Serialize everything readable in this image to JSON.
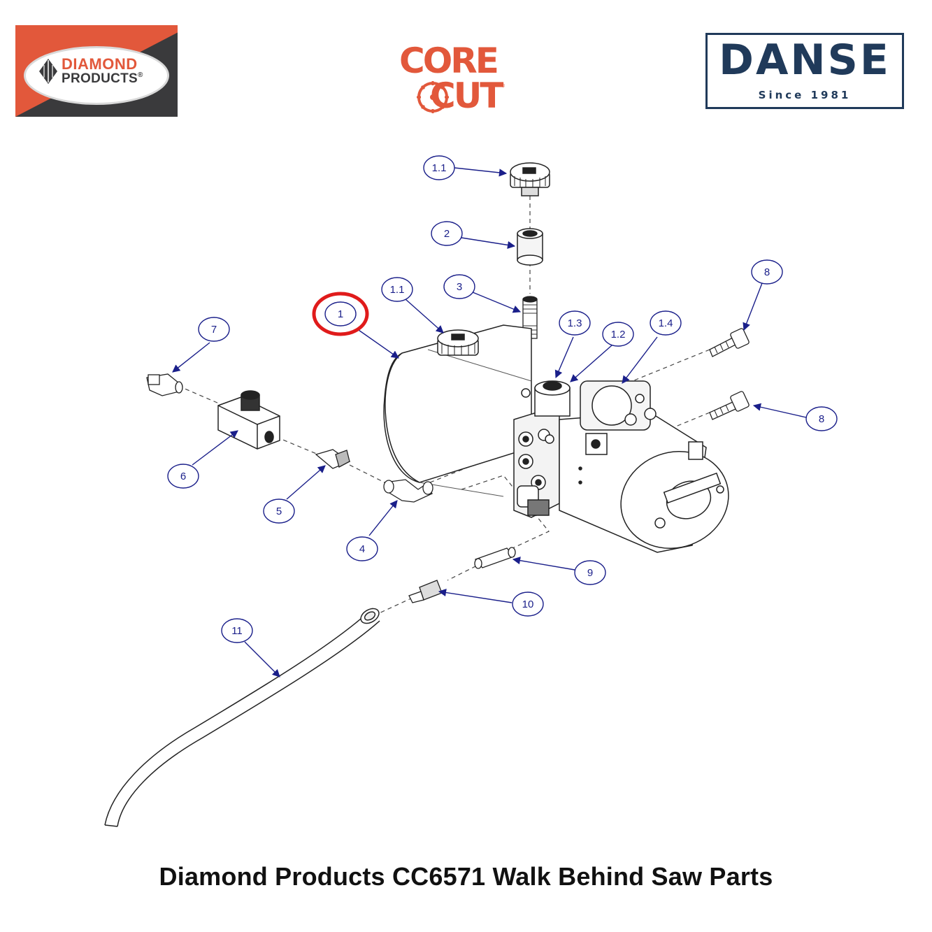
{
  "logos": {
    "diamond_products": {
      "line1": "DIAMOND",
      "line2": "PRODUCTS",
      "mark": "®"
    },
    "core_cut": {
      "line1": "CORE",
      "line2": "CUT",
      "mark": "®"
    },
    "danse": {
      "name": "DANSE",
      "tagline": "Since 1981"
    }
  },
  "colors": {
    "brand_orange": "#e2583b",
    "brand_dark": "#3a3a3c",
    "danse_navy": "#203a5a",
    "callout_blue": "#1a1f8a",
    "highlight_red": "#e01b1b"
  },
  "callouts": [
    {
      "id": "c-1-1-top",
      "label": "1.1"
    },
    {
      "id": "c-2",
      "label": "2"
    },
    {
      "id": "c-3",
      "label": "3"
    },
    {
      "id": "c-1-1",
      "label": "1.1"
    },
    {
      "id": "c-1",
      "label": "1",
      "highlighted": true
    },
    {
      "id": "c-1-3",
      "label": "1.3"
    },
    {
      "id": "c-1-2",
      "label": "1.2"
    },
    {
      "id": "c-1-4",
      "label": "1.4"
    },
    {
      "id": "c-8-top",
      "label": "8"
    },
    {
      "id": "c-8",
      "label": "8"
    },
    {
      "id": "c-7",
      "label": "7"
    },
    {
      "id": "c-6",
      "label": "6"
    },
    {
      "id": "c-5",
      "label": "5"
    },
    {
      "id": "c-4",
      "label": "4"
    },
    {
      "id": "c-9",
      "label": "9"
    },
    {
      "id": "c-10",
      "label": "10"
    },
    {
      "id": "c-11",
      "label": "11"
    }
  ],
  "caption": "Diamond Products CC6571 Walk Behind Saw Parts"
}
